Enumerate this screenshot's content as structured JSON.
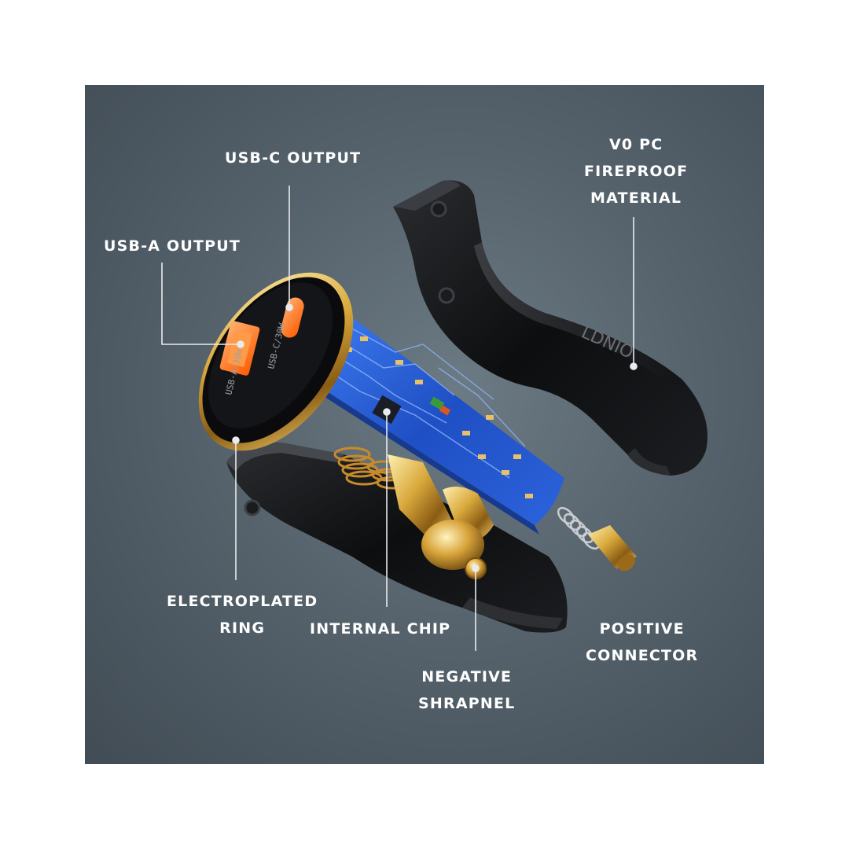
{
  "colors": {
    "background_top": "#6c7a84",
    "background_bottom": "#414c55",
    "label": "#ffffff",
    "leader_line": "#e8ecef",
    "pcb_blue": "#2a5fd8",
    "gold": "#d4a640",
    "port_orange": "#ff7a1c"
  },
  "product": {
    "brand_mark": "LDNIO",
    "port_a_text": "USB-A/30W",
    "port_c_text": "USB-C/30W"
  },
  "labels": {
    "usb_c_output": "USB-C OUTPUT",
    "usb_a_output": "USB-A OUTPUT",
    "fireproof": [
      "V0 PC",
      "FIREPROOF",
      "MATERIAL"
    ],
    "electroplated_ring": [
      "ELECTROPLATED",
      "RING"
    ],
    "internal_chip": "INTERNAL CHIP",
    "negative_shrapnel": [
      "NEGATIVE",
      "SHRAPNEL"
    ],
    "positive_connector": [
      "POSITIVE",
      "CONNECTOR"
    ]
  }
}
